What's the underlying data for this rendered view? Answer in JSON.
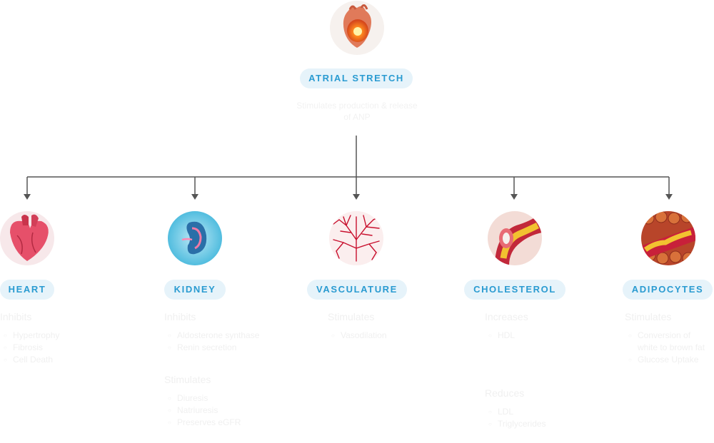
{
  "root": {
    "label": "ATRIAL STRETCH",
    "description": "Stimulates production & release of ANP",
    "image_icon": "heart-glow-icon"
  },
  "targets": [
    {
      "label": "HEART",
      "image_icon": "heart-icon",
      "groups": [
        {
          "heading": "Inhibits",
          "items": [
            "Hypertrophy",
            "Fibrosis",
            "Cell Death"
          ]
        }
      ]
    },
    {
      "label": "KIDNEY",
      "image_icon": "kidney-icon",
      "groups": [
        {
          "heading": "Inhibits",
          "items": [
            "Aldosterone synthase",
            "Renin secretion"
          ]
        },
        {
          "heading": "Stimulates",
          "items": [
            "Diuresis",
            "Natriuresis",
            "Preserves eGFR"
          ]
        }
      ]
    },
    {
      "label": "VASCULATURE",
      "image_icon": "vessels-icon",
      "groups": [
        {
          "heading": "Stimulates",
          "items": [
            "Vasodilation"
          ]
        }
      ]
    },
    {
      "label": "CHOLESTEROL",
      "image_icon": "artery-plaque-icon",
      "groups": [
        {
          "heading": "Increases",
          "items": [
            "HDL"
          ]
        },
        {
          "heading": "Reduces",
          "items": [
            "LDL",
            "Triglycerides"
          ]
        }
      ]
    },
    {
      "label": "ADIPOCYTES",
      "image_icon": "fat-tissue-icon",
      "groups": [
        {
          "heading": "Stimulates",
          "items": [
            "Conversion of white to brown fat",
            "Glucose Uptake"
          ]
        }
      ]
    }
  ],
  "colors": {
    "pill_bg": "#e6f3fa",
    "pill_text": "#2a9bd1",
    "connector": "#555555"
  }
}
